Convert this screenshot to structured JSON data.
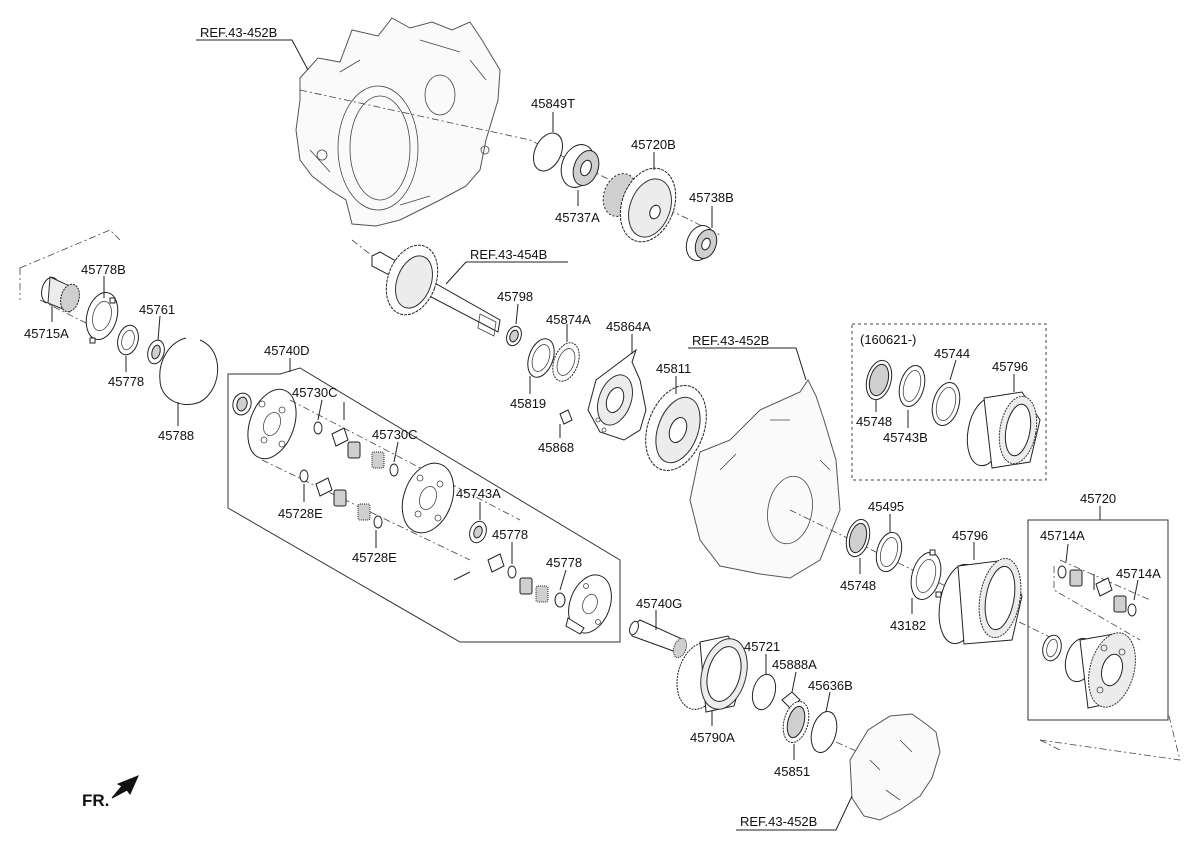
{
  "refs": {
    "top": "REF.43-452B",
    "shaft": "REF.43-454B",
    "right": "REF.43-452B",
    "bottom": "REF.43-452B"
  },
  "note": "(160621-)",
  "direction_label": "FR.",
  "parts": {
    "p45849T": "45849T",
    "p45720B": "45720B",
    "p45737A": "45737A",
    "p45738B": "45738B",
    "p45778B": "45778B",
    "p45715A": "45715A",
    "p45761": "45761",
    "p45778_left": "45778",
    "p45788": "45788",
    "p45798": "45798",
    "p45874A": "45874A",
    "p45864A": "45864A",
    "p45819": "45819",
    "p45811": "45811",
    "p45868": "45868",
    "p45740D": "45740D",
    "p45730C_a": "45730C",
    "p45730C_b": "45730C",
    "p45728E_a": "45728E",
    "p45728E_b": "45728E",
    "p45743A": "45743A",
    "p45778_b": "45778",
    "p45778_c": "45778",
    "p45748_a": "45748",
    "p45744": "45744",
    "p45796_a": "45796",
    "p45743B": "45743B",
    "p45495": "45495",
    "p45748_b": "45748",
    "p45796_b": "45796",
    "p43182": "43182",
    "p45720": "45720",
    "p45714A_a": "45714A",
    "p45714A_b": "45714A",
    "p45740G": "45740G",
    "p45721": "45721",
    "p45888A": "45888A",
    "p45636B": "45636B",
    "p45790A": "45790A",
    "p45851": "45851"
  }
}
